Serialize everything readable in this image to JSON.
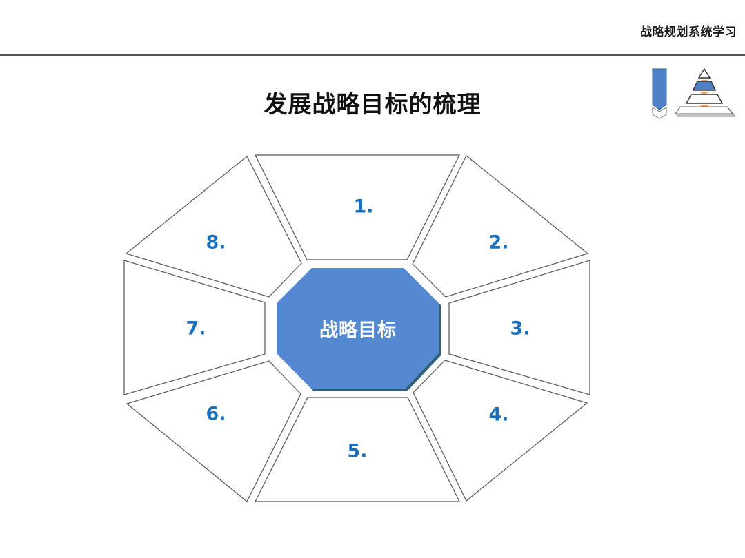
{
  "header": {
    "course_title": "战略规划系统学习"
  },
  "slide": {
    "title": "发展战略目标的梳理"
  },
  "logo": {
    "icon": "pyramid-strategy-icon",
    "colors": {
      "accent": "#4f81c7",
      "arrow": "#f0a060"
    }
  },
  "diagram": {
    "center": {
      "label": "战略目标",
      "fill": "#5389d1",
      "shadow": "#2f5f73"
    },
    "segments": [
      {
        "label": "1."
      },
      {
        "label": "2."
      },
      {
        "label": "3."
      },
      {
        "label": "4."
      },
      {
        "label": "5."
      },
      {
        "label": "6."
      },
      {
        "label": "7."
      },
      {
        "label": "8."
      }
    ],
    "label_color": "#1a6fbd",
    "outline_color": "#555555"
  }
}
